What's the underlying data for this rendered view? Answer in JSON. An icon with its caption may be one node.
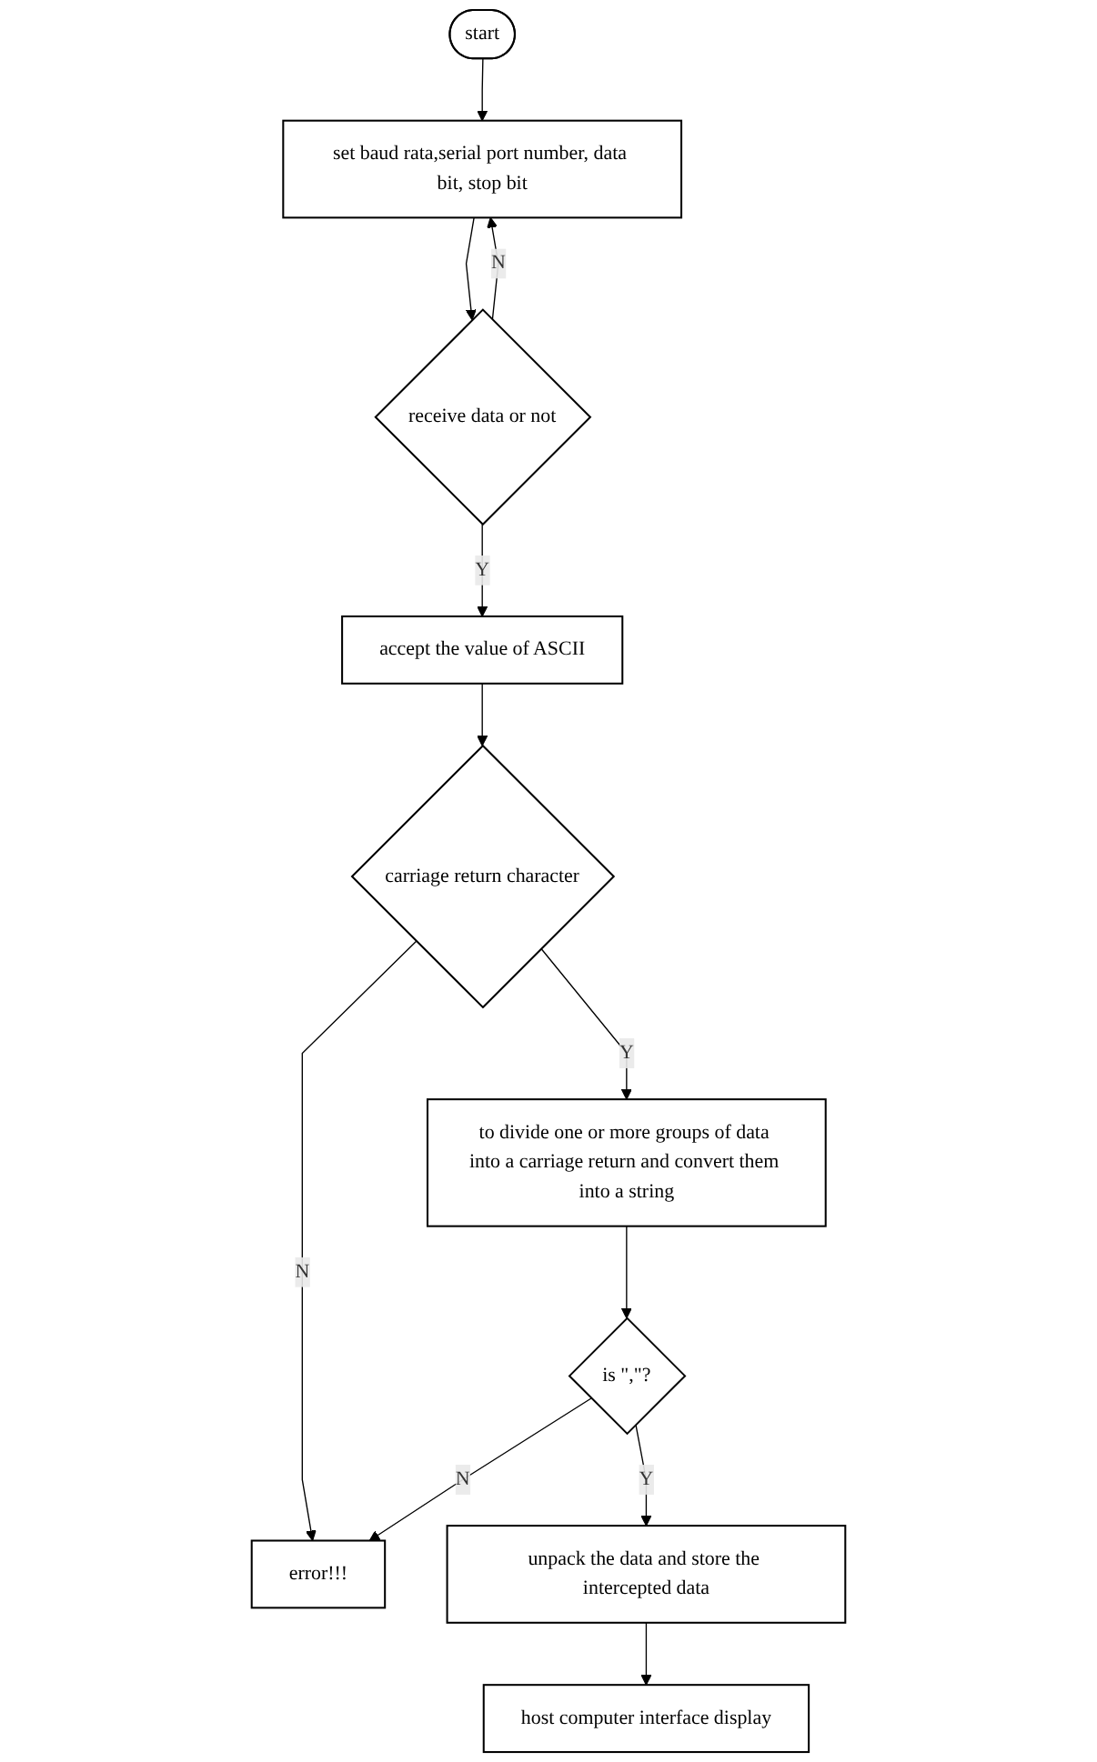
{
  "diagram": {
    "nodes": [
      {
        "text": [
          "start"
        ]
      },
      {
        "text": [
          "set baud rata,serial port number, data bit, stop bit"
        ]
      },
      {
        "text": [
          "receive data or not"
        ]
      },
      {
        "text": [
          "accept the value of ASCII"
        ]
      },
      {
        "text": [
          "carriage return character"
        ]
      },
      {
        "text": [
          "to divide one or more groups of data into a carriage return and convert them into a string"
        ]
      },
      {
        "text": [
          "is \",\"?"
        ]
      },
      {
        "text": [
          "unpack the data and store the intercepted data"
        ]
      },
      {
        "text": [
          "host computer interface display"
        ]
      },
      {
        "text": [
          "error!!!"
        ]
      }
    ],
    "edges": [
      {
        "from": 0,
        "to": 1,
        "arrow": "to"
      },
      {
        "from": 1,
        "to": 2,
        "arrow": "to"
      },
      {
        "from": 2,
        "to": 1,
        "arrow": "to",
        "label": "N"
      },
      {
        "from": 2,
        "to": 3,
        "arrow": "to",
        "label": "Y"
      },
      {
        "from": 3,
        "to": 4,
        "arrow": "to"
      },
      {
        "from": 4,
        "to": 9,
        "arrow": "to",
        "label": "N"
      },
      {
        "from": 4,
        "to": 5,
        "arrow": "to",
        "label": "Y"
      },
      {
        "from": 5,
        "to": 6,
        "arrow": "to"
      },
      {
        "from": 6,
        "to": 9,
        "arrow": "to",
        "label": "N"
      },
      {
        "from": 6,
        "to": 7,
        "arrow": "to",
        "label": "Y"
      },
      {
        "from": 7,
        "to": 8,
        "arrow": "to"
      }
    ]
  }
}
